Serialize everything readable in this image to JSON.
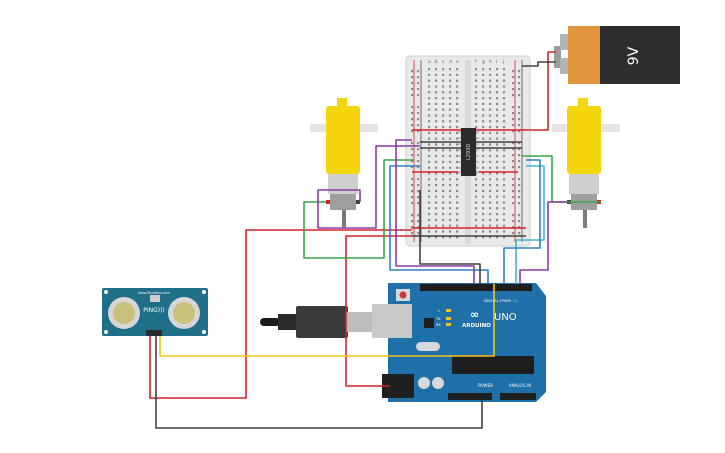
{
  "battery": {
    "label": "9V"
  },
  "driver_ic": {
    "label": "L293D"
  },
  "sensor": {
    "brand": "www.Parallax.com",
    "model": "PING)))"
  },
  "arduino": {
    "logo_text": "ARDUINO",
    "model": "UNO",
    "digital_label": "DIGITAL (PWM ~)",
    "power_label": "POWER",
    "analog_label": "ANALOG IN",
    "tx_label": "TX",
    "rx_label": "RX",
    "l_label": "L"
  },
  "breadboard": {
    "columns_left": [
      "a",
      "b",
      "c",
      "d",
      "e"
    ],
    "columns_right": [
      "f",
      "g",
      "h",
      "i",
      "j"
    ]
  },
  "colors": {
    "red_wire": "#d2232a",
    "black_wire": "#404040",
    "green_wire": "#3aa44a",
    "purple_wire": "#8a3c9e",
    "blue_wire": "#2f7fc1",
    "cyan_wire": "#41b7c9",
    "yellow_wire": "#f2c318",
    "arduino_board": "#1f6fa8",
    "motor_yellow": "#f4d40b",
    "battery_orange": "#e1953c",
    "sensor_board": "#1f6f88"
  }
}
